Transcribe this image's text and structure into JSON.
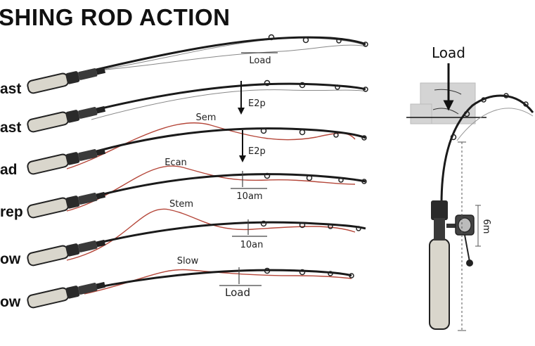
{
  "title": "SHING ROD ACTION",
  "row_labels": [
    "ast",
    "ast",
    "ad",
    "rep",
    "ow",
    "ow"
  ],
  "annotations": {
    "row1_load": "Load",
    "row2_force": "E2p",
    "row3_curve": "Sem",
    "row3_force": "E2p",
    "row4_curve": "Ecan",
    "row4_mark": "10am",
    "row5_curve": "Stem",
    "row5_mark": "10an",
    "row6_curve": "Slow",
    "row6_load": "Load"
  },
  "side_diagram": {
    "load_label": "Load",
    "reel_measure": "6m"
  },
  "colors": {
    "rod": "#1a1a1a",
    "grip": "#d9d6cc",
    "curve": "#b5473a",
    "ghost_line": "#888888",
    "load_box": "#d4d4d4"
  }
}
